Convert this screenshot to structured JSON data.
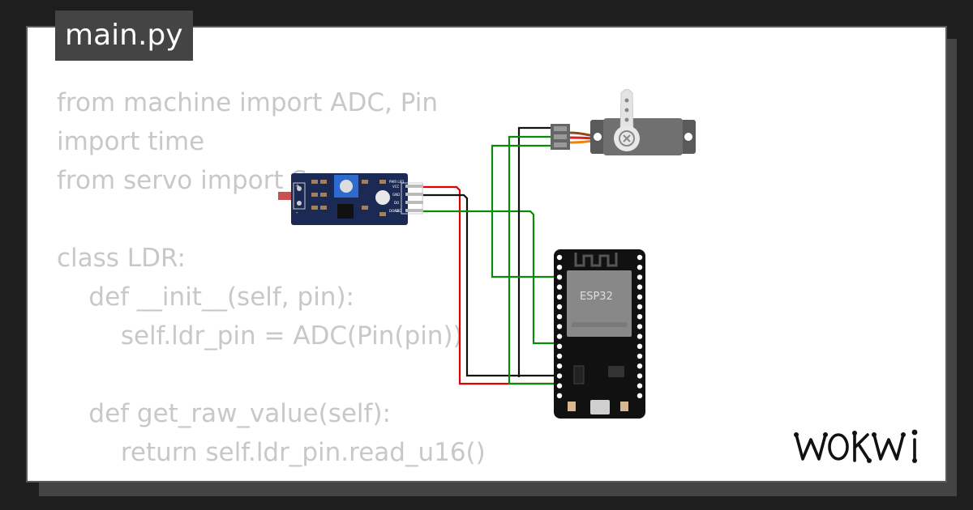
{
  "file_tab": {
    "label": "main.py"
  },
  "code_lines": [
    "from machine import ADC, Pin",
    "import time",
    "from servo import S",
    "",
    "class LDR:",
    "    def __init__(self, pin):",
    "        self.ldr_pin = ADC(Pin(pin))",
    "",
    "    def get_raw_value(self):",
    "        return self.ldr_pin.read_u16()"
  ],
  "ldr_module": {
    "pin_labels": [
      "VCC",
      "GND",
      "DO",
      "AO"
    ],
    "led_labels": [
      "PWR LED",
      "DO LED"
    ],
    "side_labels": [
      "+",
      "-"
    ]
  },
  "esp32": {
    "label": "ESP32"
  },
  "brand": {
    "name": "WOKWI"
  },
  "colors": {
    "background": "#1e1e1e",
    "card": "#ffffff",
    "tab": "#444444",
    "code_text": "#c8c8c8",
    "wire_red": "#e00000",
    "wire_black": "#111111",
    "wire_green": "#0a8a0a",
    "servo_body": "#707070",
    "ldr_board": "#1b2a55",
    "esp_board": "#111111"
  }
}
